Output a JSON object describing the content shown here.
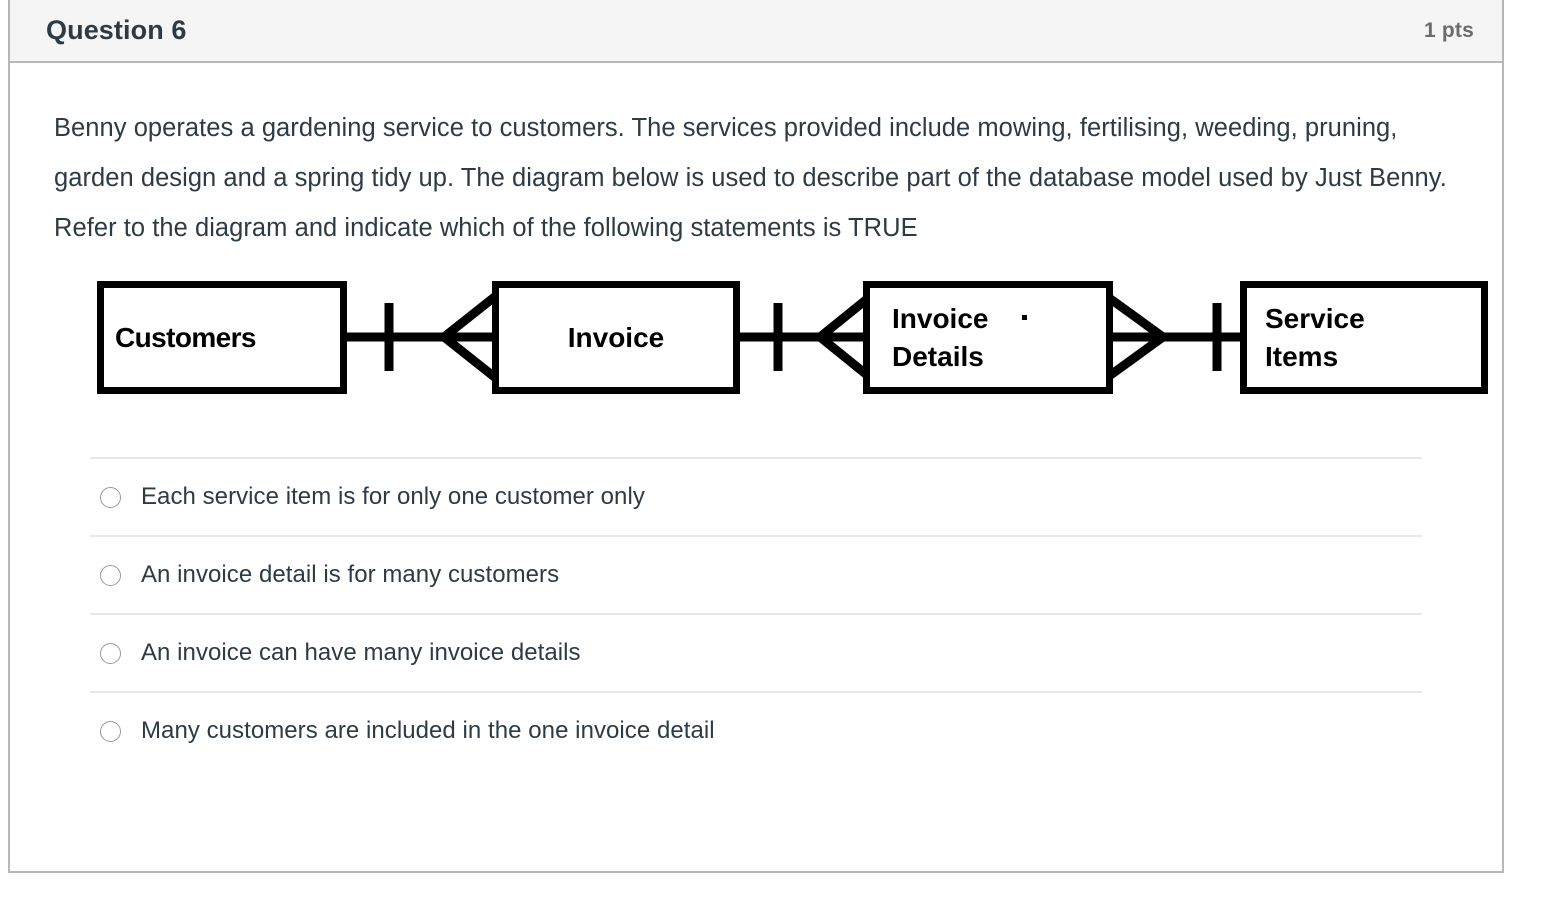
{
  "header": {
    "title": "Question 6",
    "points": "1 pts"
  },
  "question": {
    "text": "Benny operates a gardening service to customers. The services provided include mowing, fertilising, weeding, pruning, garden design and a spring tidy up. The diagram below is used to describe part of the database model used by Just Benny. Refer to the diagram and indicate which of the following statements is TRUE"
  },
  "diagram": {
    "type": "crows-foot-erd",
    "entities": [
      {
        "id": "customers",
        "label": "Customers"
      },
      {
        "id": "invoice",
        "label": "Invoice"
      },
      {
        "id": "invoice_details",
        "label": "Invoice\nDetails"
      },
      {
        "id": "service_items",
        "label": "Service\nItems"
      }
    ],
    "relationships": [
      {
        "from": "customers",
        "to": "invoice",
        "from_cardinality": "one",
        "to_cardinality": "many"
      },
      {
        "from": "invoice",
        "to": "invoice_details",
        "from_cardinality": "one",
        "to_cardinality": "many"
      },
      {
        "from": "invoice_details",
        "to": "service_items",
        "from_cardinality": "many",
        "to_cardinality": "one"
      }
    ],
    "line_color": "#000000"
  },
  "answers": {
    "selected": null,
    "options": [
      {
        "id": "a",
        "label": "Each service item is for only one customer only"
      },
      {
        "id": "b",
        "label": "An invoice detail is for many customers"
      },
      {
        "id": "c",
        "label": "An invoice can have many invoice details"
      },
      {
        "id": "d",
        "label": "Many customers are included in the one invoice detail"
      }
    ]
  },
  "colors": {
    "card_border": "#b7b7b7",
    "header_bg": "#f5f5f5",
    "text": "#2d3b45",
    "points_text": "#6b6b6b",
    "divider": "#e8e8e8",
    "radio_border": "#9a9a9a"
  }
}
